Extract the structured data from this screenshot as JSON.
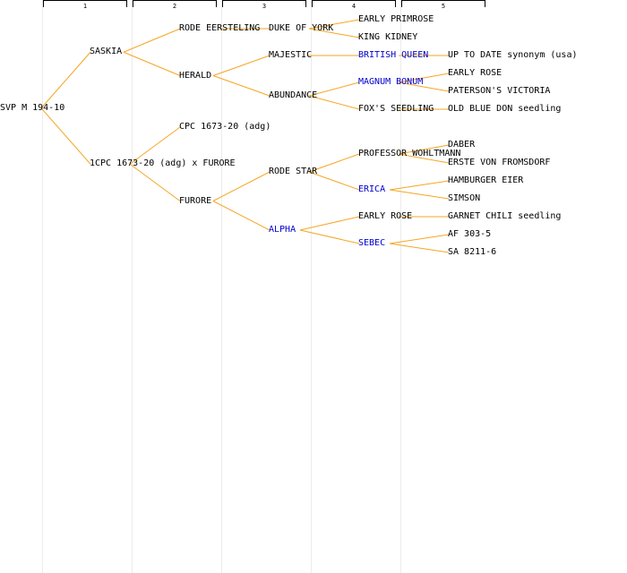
{
  "columns": [
    "1",
    "2",
    "3",
    "4",
    "5"
  ],
  "colors": {
    "edge": "#f5a623",
    "variety": "#000000",
    "highlight": "#0000cc",
    "guide": "#ececec"
  },
  "tree": {
    "label": "SVP M 194-10",
    "children": [
      {
        "label": "SASKIA",
        "children": [
          {
            "label": "RODE EERSTELING",
            "children": [
              {
                "label": "DUKE OF YORK",
                "children": [
                  {
                    "label": "EARLY PRIMROSE"
                  },
                  {
                    "label": "KING KIDNEY"
                  }
                ]
              }
            ]
          },
          {
            "label": "HERALD",
            "children": [
              {
                "label": "MAJESTIC",
                "children": [
                  {
                    "label": "BRITISH QUEEN",
                    "highlight": true,
                    "children": [
                      {
                        "label": "UP TO DATE synonym (usa)"
                      }
                    ]
                  }
                ]
              },
              {
                "label": "ABUNDANCE",
                "children": [
                  {
                    "label": "MAGNUM BONUM",
                    "highlight": true,
                    "children": [
                      {
                        "label": "EARLY ROSE"
                      },
                      {
                        "label": "PATERSON'S VICTORIA"
                      }
                    ]
                  },
                  {
                    "label": "FOX'S SEEDLING",
                    "children": [
                      {
                        "label": "OLD BLUE DON seedling"
                      }
                    ]
                  }
                ]
              }
            ]
          }
        ]
      },
      {
        "label": "1CPC 1673-20 (adg) x FURORE",
        "children": [
          {
            "label": "CPC 1673-20 (adg)"
          },
          {
            "label": "FURORE",
            "children": [
              {
                "label": "RODE STAR",
                "children": [
                  {
                    "label": "PROFESSOR WOHLTMANN",
                    "children": [
                      {
                        "label": "DABER"
                      },
                      {
                        "label": "ERSTE VON FROMSDORF"
                      }
                    ]
                  },
                  {
                    "label": "ERICA",
                    "highlight": true,
                    "children": [
                      {
                        "label": "HAMBURGER EIER"
                      },
                      {
                        "label": "SIMSON"
                      }
                    ]
                  }
                ]
              },
              {
                "label": "ALPHA",
                "highlight": true,
                "children": [
                  {
                    "label": "EARLY ROSE",
                    "children": [
                      {
                        "label": "GARNET CHILI seedling"
                      }
                    ]
                  },
                  {
                    "label": "SEBEC",
                    "highlight": true,
                    "children": [
                      {
                        "label": "AF 303-5"
                      },
                      {
                        "label": "SA 8211-6"
                      }
                    ]
                  }
                ]
              }
            ]
          }
        ]
      }
    ]
  }
}
